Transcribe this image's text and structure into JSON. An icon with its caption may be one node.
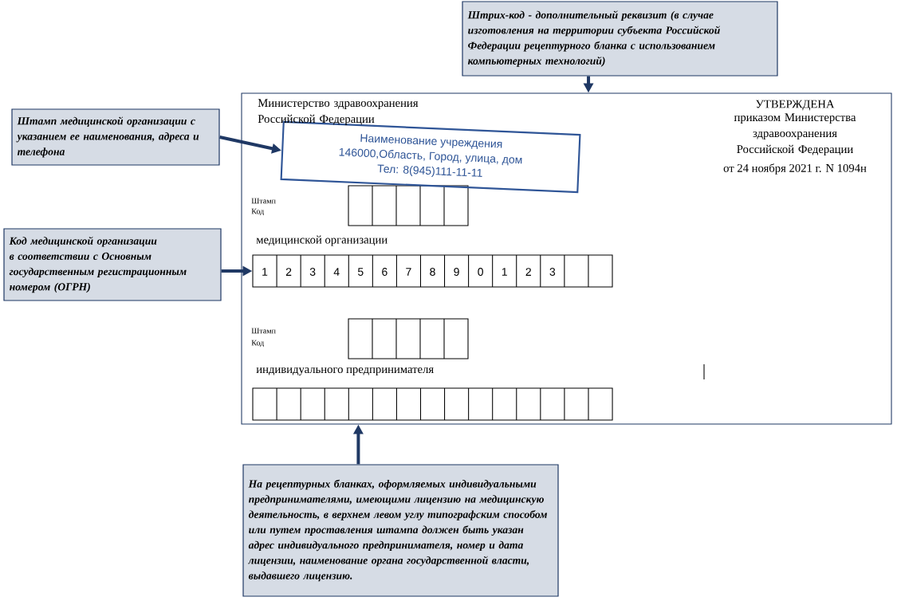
{
  "diagram": {
    "nodes": [
      {
        "text": [],
        "shape": "box"
      },
      {
        "text": [
          "Наименование учреждения",
          "146000,Область, Город, улица, дом",
          "Тел: 8(945)111-11-11"
        ],
        "in": 0
      },
      {
        "text": [],
        "shape": "box",
        "in": 0
      },
      {
        "text": [
          "Штрих-код - дополнительный реквизит (в случае изготовления на территории субъекта Российской Федерации рецептурного бланка с использованием компьютерных технологий)"
        ]
      },
      {
        "text": [
          "Штамп медицинской организации с указанием ее наименования, адреса и телефона"
        ]
      },
      {
        "text": [
          "Код медицинской организации в соответствии с Основным государственным регистрационным номером (ОГРН)"
        ]
      },
      {
        "text": [
          "На рецептурных бланках, оформляемых индивидуальными предпринимателями, имеющими лицензию на медицинскую деятельность, в верхнем левом углу типографским способом или путем проставления штампа должен быть указан адрес индивидуального предпринимателя, номер и дата лицензии, наименование органа государственной власти, выдавшего лицензию."
        ]
      }
    ],
    "edges": [
      {
        "from": 3,
        "to": 0,
        "arrow": "to"
      },
      {
        "from": 4,
        "to": 1,
        "arrow": "to"
      },
      {
        "from": 5,
        "to": 2,
        "arrow": "to"
      },
      {
        "from": 6,
        "to": 0,
        "arrow": "to"
      }
    ],
    "labels": [
      "Министерство здравоохранения Российской Федерации",
      "УТВЕРЖДЕНА",
      "приказом Министерства здравоохранения Российской Федерации",
      "от 24 ноября 2021 г. N 1094н",
      "Штамп",
      "Код",
      "медицинской организации",
      "1",
      "2",
      "3",
      "4",
      "5",
      "6",
      "7",
      "8",
      "9",
      "0",
      "1",
      "2",
      "3",
      "Штамп",
      "Код",
      "индивидуального предпринимателя"
    ]
  }
}
